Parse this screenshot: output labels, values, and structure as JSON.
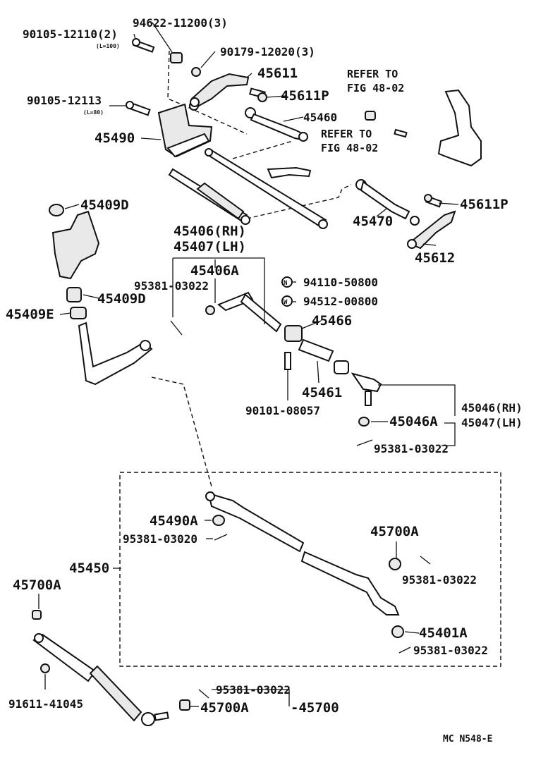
{
  "diagram": {
    "labels": {
      "p94622": "94622-11200(3)",
      "p90105a": "90105-12110(2)",
      "p90105a_note": "(L=100)",
      "p90179": "90179-12020(3)",
      "p45611": "45611",
      "p45611p_top": "45611P",
      "p90105b": "90105-12113",
      "p90105b_note": "(L=80)",
      "p45460": "45460",
      "p45490": "45490",
      "refer1_line1": "REFER TO",
      "refer1_line2": "FIG 48-02",
      "refer2_line1": "REFER TO",
      "refer2_line2": "FIG 48-02",
      "p45409d_top": "45409D",
      "p45611p_right": "45611P",
      "p45406": "45406(RH)",
      "p45407": "45407(LH)",
      "p45470": "45470",
      "p45406a": "45406A",
      "p45612": "45612",
      "p95381_a": "95381-03022",
      "p94110": "94110-50800",
      "p45409d_mid": "45409D",
      "p94512": "94512-00800",
      "p45409e": "45409E",
      "p45466": "45466",
      "p45461": "45461",
      "p90101": "90101-08057",
      "p45046": "45046(RH)",
      "p45047": "45047(LH)",
      "p45046a": "45046A",
      "p95381_b": "95381-03022",
      "p45490a": "45490A",
      "p95381_c": "95381-03020",
      "p45700a_in": "45700A",
      "p45450": "45450",
      "p95381_d": "95381-03022",
      "p45700a_left": "45700A",
      "p45401a": "45401A",
      "p95381_e": "95381-03022",
      "p95381_f": "95381-03022",
      "p91611": "91611-41045",
      "p45700a_bot": "45700A",
      "p45700": "-45700",
      "code": "MC N548-E"
    }
  }
}
